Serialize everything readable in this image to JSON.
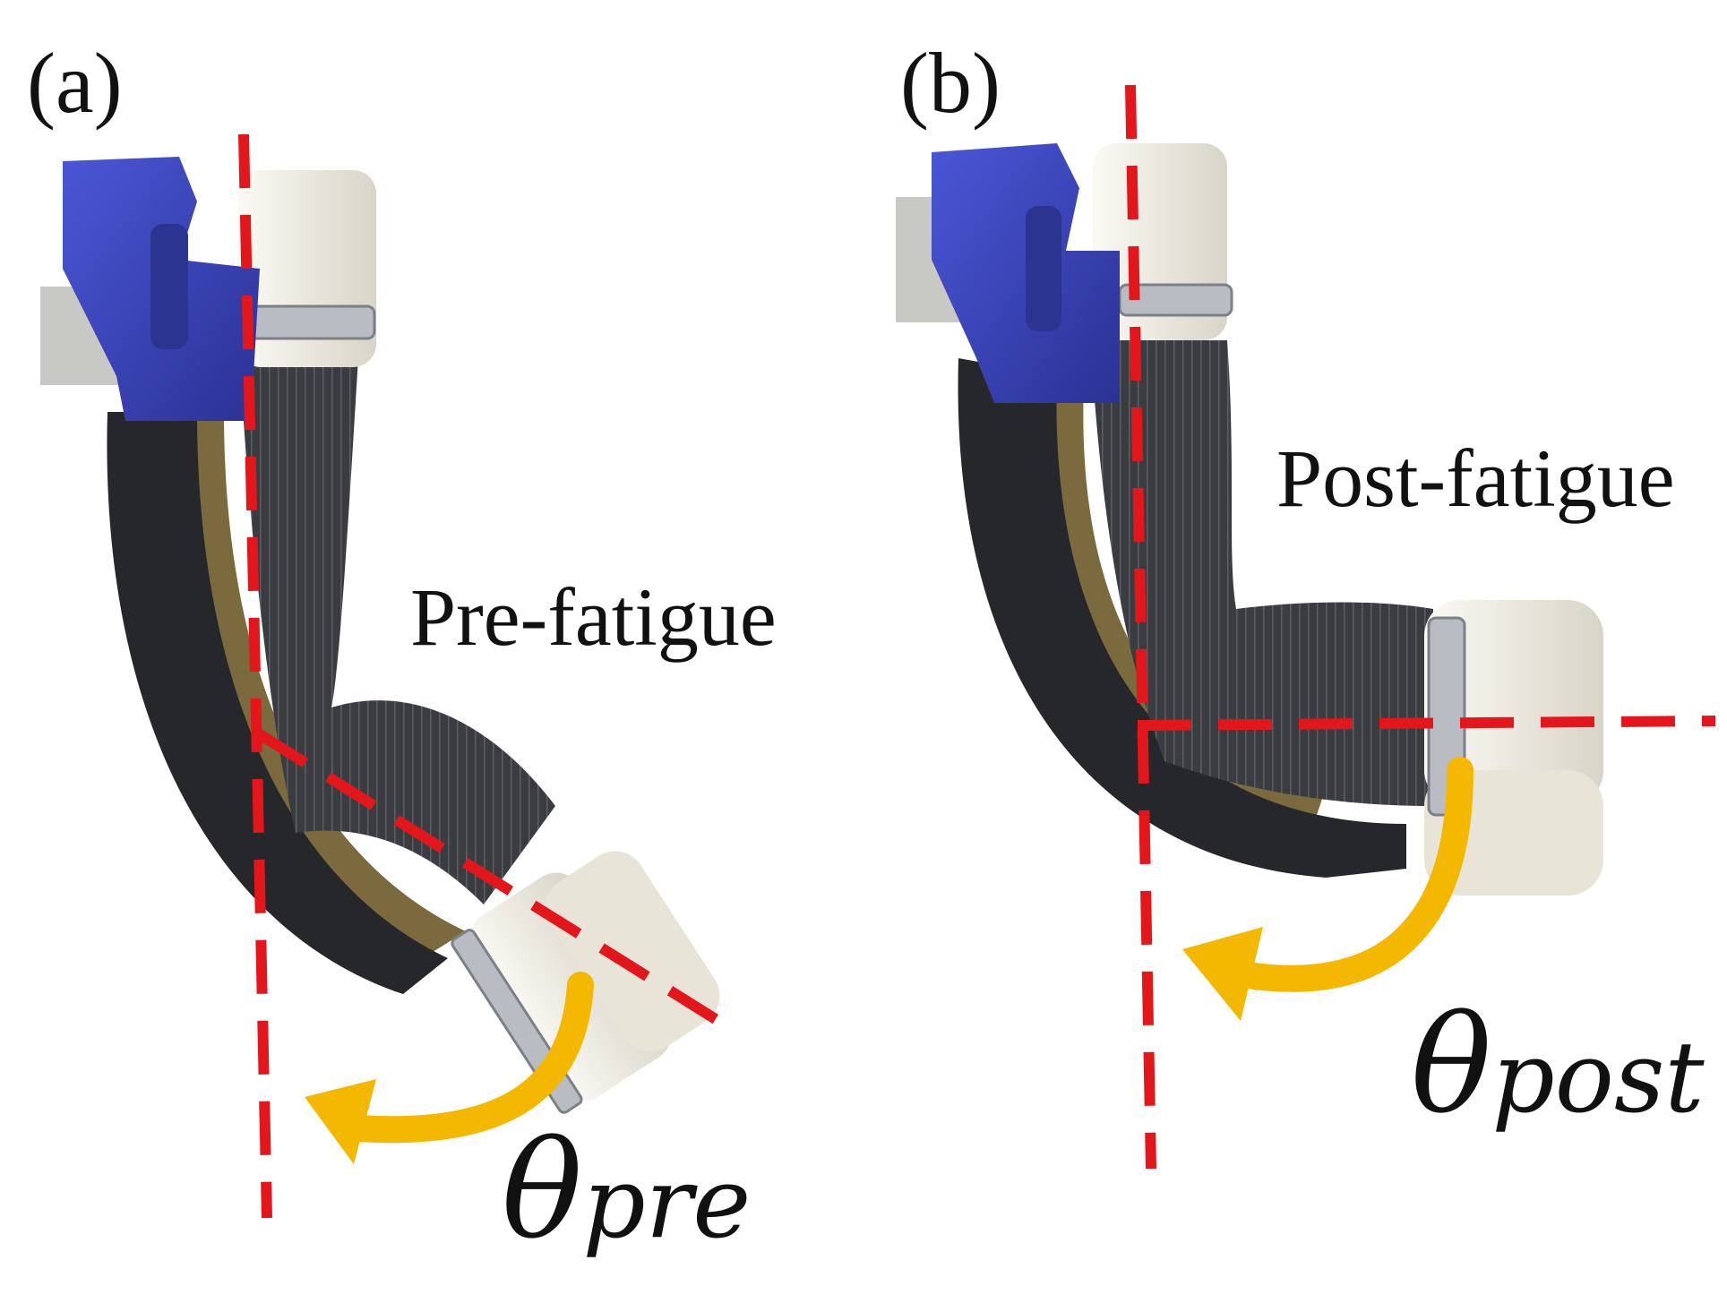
{
  "panels": [
    {
      "label": "(a)",
      "state": "Pre-fatigue",
      "angle_symbol": "θ",
      "angle_subscript": "pre"
    },
    {
      "label": "(b)",
      "state": "Post-fatigue",
      "angle_symbol": "θ",
      "angle_subscript": "post"
    }
  ],
  "colors": {
    "reference_line": "#e3161c",
    "angle_arrow": "#f5b800",
    "clip": "#3b46c4",
    "sleeve": "#3a3c40",
    "cap": "#f1efe6",
    "clamp": "#b9bcc2",
    "liner": "#8a7a4c"
  }
}
